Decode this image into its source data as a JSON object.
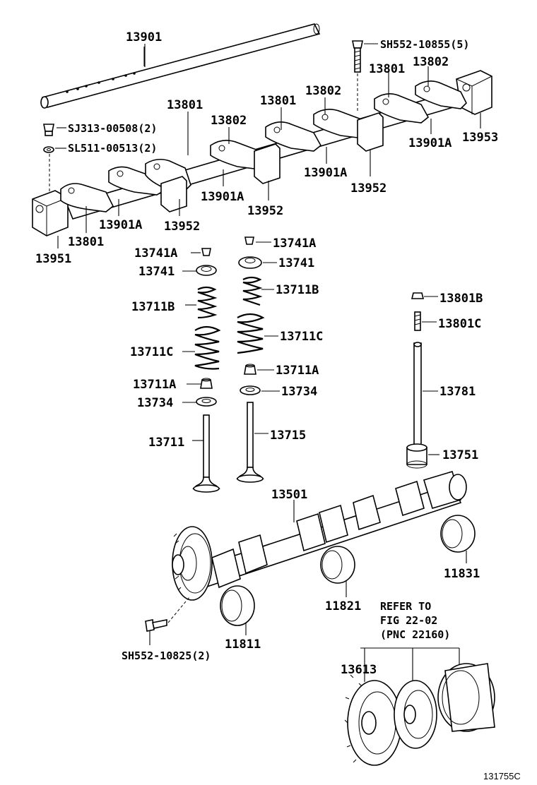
{
  "labels": {
    "p13901": "13901",
    "sh552_10855": "SH552-10855(5)",
    "p13801_a": "13801",
    "p13802_a": "13802",
    "sj313": "SJ313-00508(2)",
    "sl511": "SL511-00513(2)",
    "p13801_b": "13801",
    "p13802_b": "13802",
    "p13801_c": "13801",
    "p13802_c": "13802",
    "p13953": "13953",
    "p13901a_a": "13901A",
    "p13901a_b": "13901A",
    "p13952_a": "13952",
    "p13901a_c": "13901A",
    "p13952_b": "13952",
    "p13901a_d": "13901A",
    "p13952_c": "13952",
    "p13801_d": "13801",
    "p13951": "13951",
    "p13741a_l": "13741A",
    "p13741_l": "13741",
    "p13711b_l": "13711B",
    "p13711c_l": "13711C",
    "p13711a_l": "13711A",
    "p13734_l": "13734",
    "p13711": "13711",
    "p13741a_r": "13741A",
    "p13741_r": "13741",
    "p13711b_r": "13711B",
    "p13711c_r": "13711C",
    "p13711a_r": "13711A",
    "p13734_r": "13734",
    "p13715": "13715",
    "p13801b": "13801B",
    "p13801c": "13801C",
    "p13781": "13781",
    "p13751": "13751",
    "p13501": "13501",
    "p11831": "11831",
    "p11821": "11821",
    "p11811": "11811",
    "sh552_10825": "SH552-10825(2)",
    "refer1": "REFER TO",
    "refer2": "FIG 22-02",
    "refer3": "(PNC 22160)",
    "p13613": "13613",
    "figcode": "131755C"
  }
}
